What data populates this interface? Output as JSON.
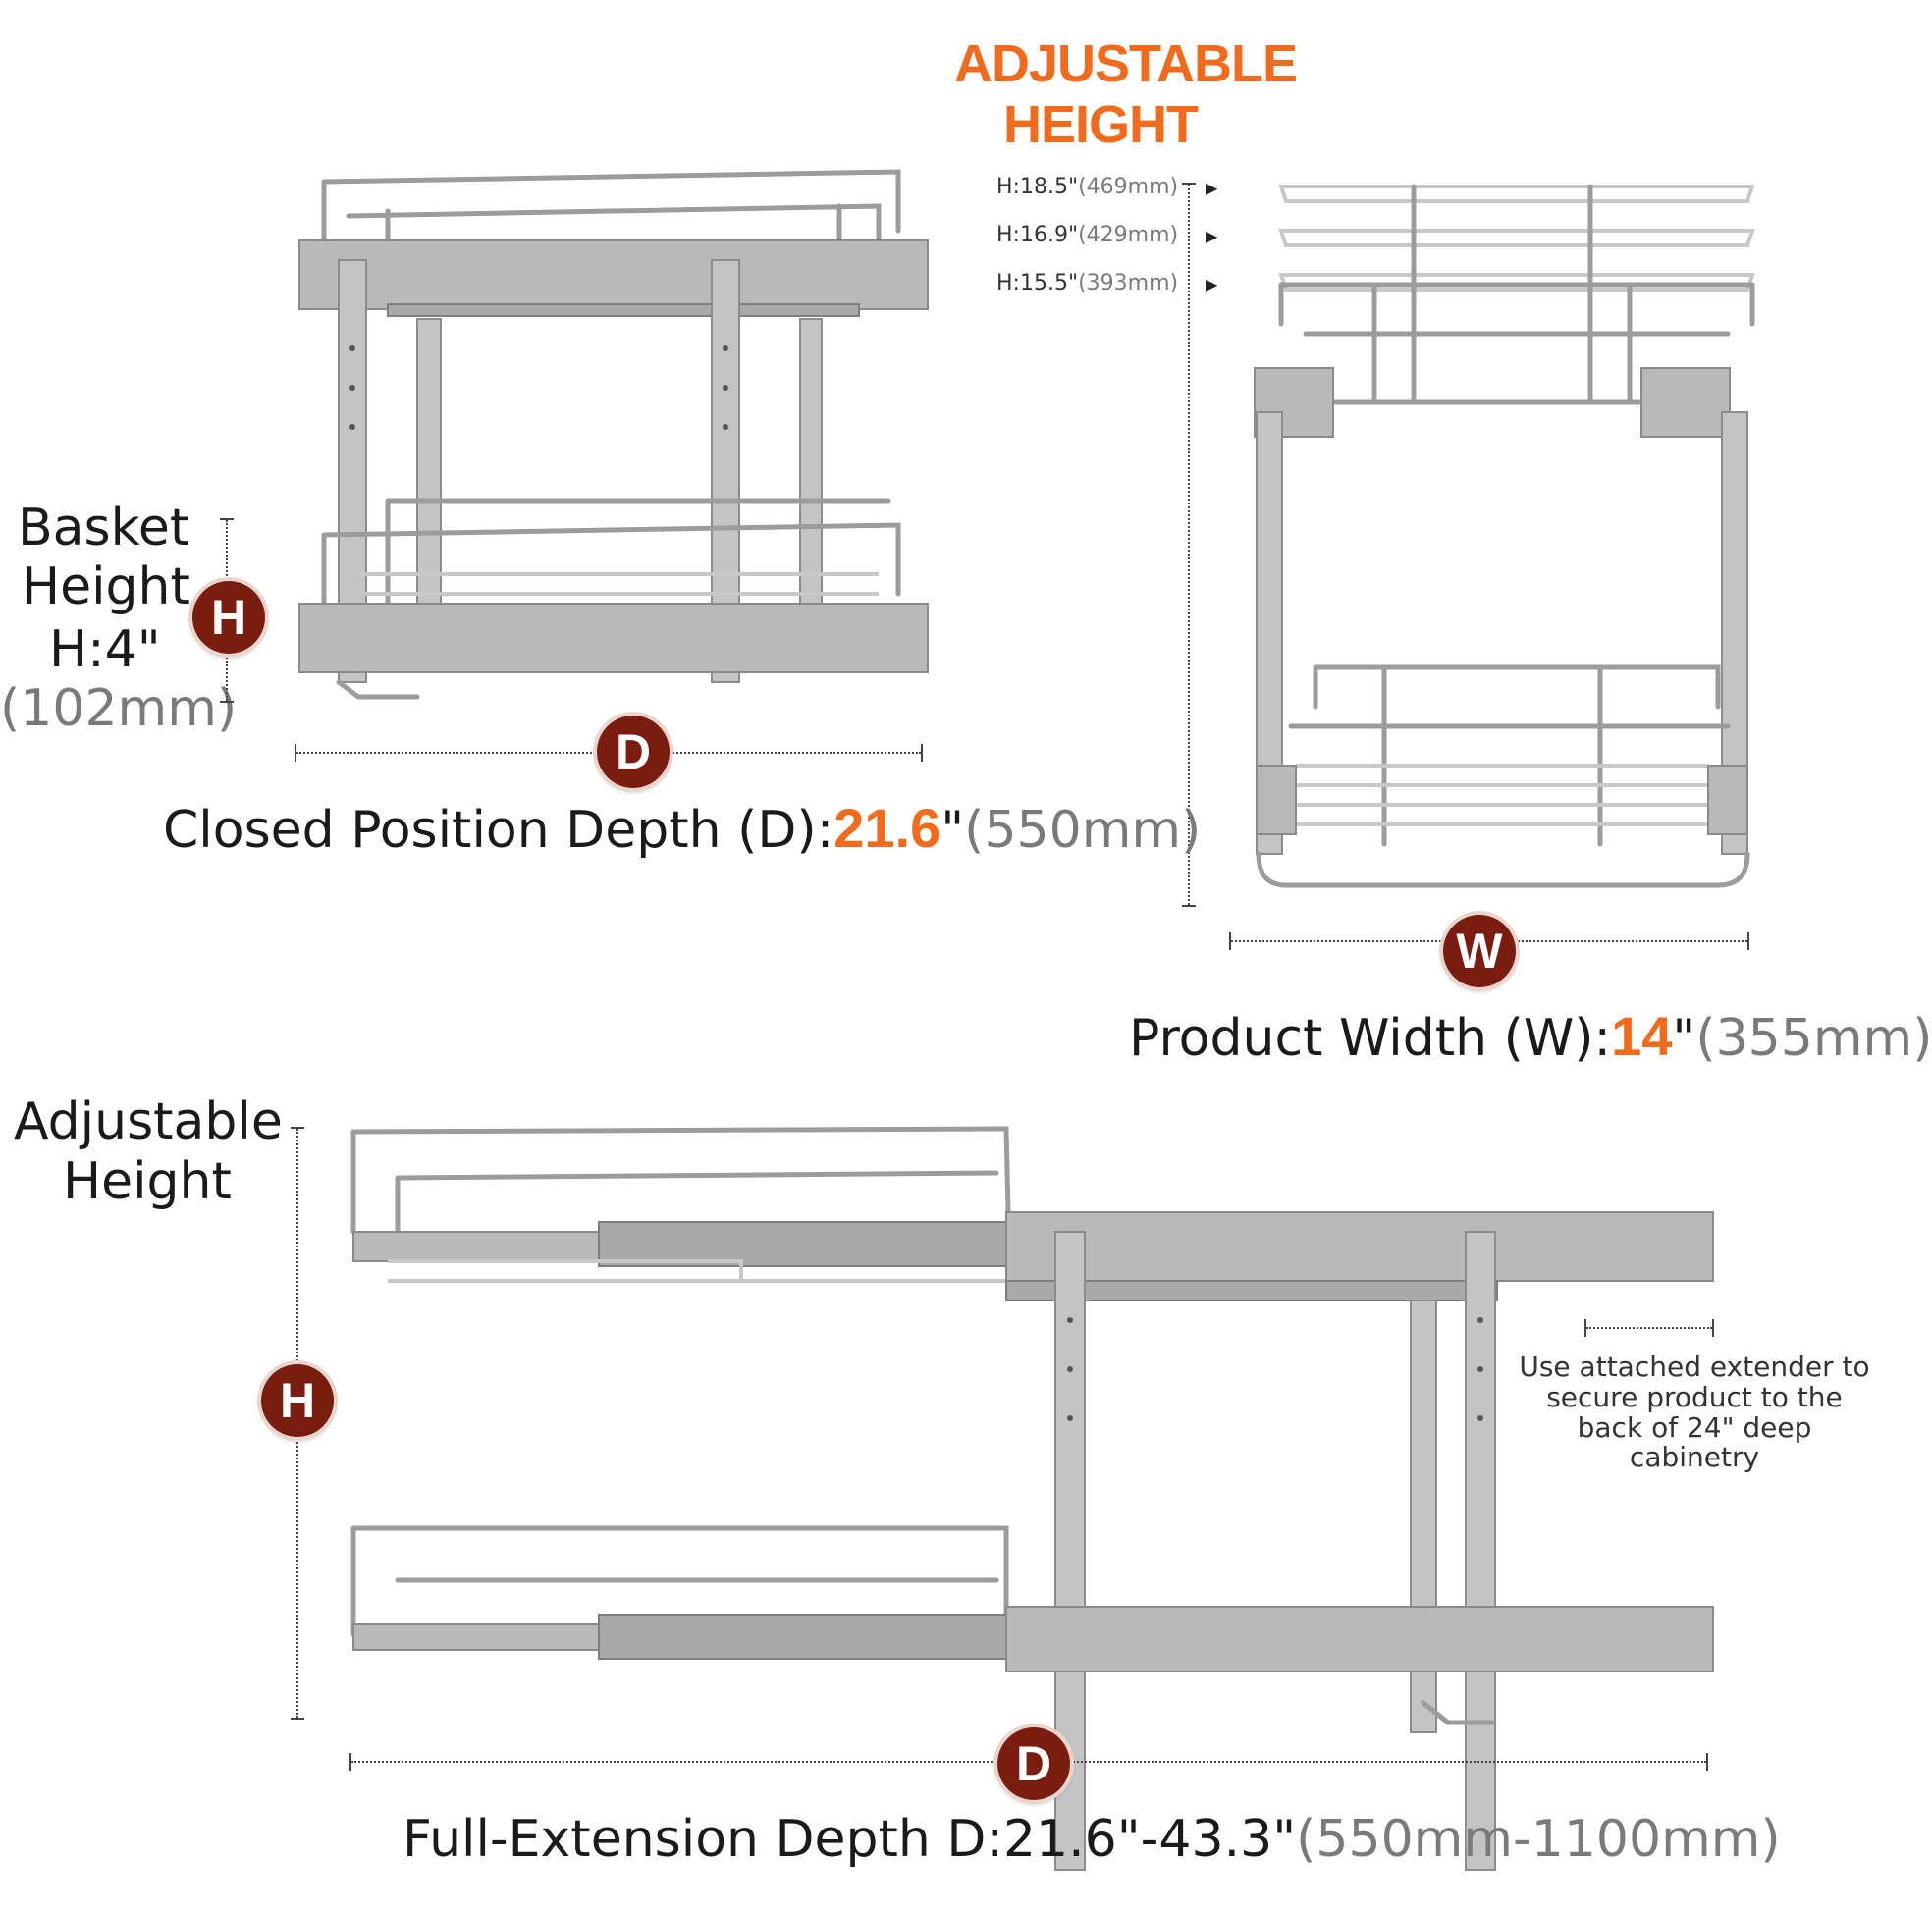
{
  "colors": {
    "accent": "#f26b1d",
    "badge": "#7a1d10",
    "metal": "#b9b9b9"
  },
  "header": {
    "line1": "ADJUSTABLE",
    "line2": "HEIGHT"
  },
  "height_options": [
    {
      "label": "H:18.5\"",
      "mm": "(469mm)"
    },
    {
      "label": "H:16.9\"",
      "mm": "(429mm)"
    },
    {
      "label": "H:15.5\"",
      "mm": "(393mm)"
    }
  ],
  "basket_height": {
    "line1": "Basket",
    "line2": "Height",
    "line3": "H:4\"",
    "line4": "(102mm)",
    "badge": "H"
  },
  "closed_depth": {
    "prefix": "Closed Position Depth (D):",
    "value": "21.6",
    "unit": "\"",
    "mm": "(550mm)",
    "badge": "D"
  },
  "product_width": {
    "prefix": "Product Width (W):",
    "value": "14",
    "unit": "\"",
    "mm": "(355mm)",
    "badge": "W"
  },
  "adjustable": {
    "line1": "Adjustable",
    "line2": "Height",
    "badge": "H"
  },
  "extender_note": "Use attached extender to secure product to the back of 24\" deep cabinetry",
  "full_depth": {
    "prefix": "Full-Extension Depth D:21.6\"-43.3\"",
    "mm": "(550mm-1100mm)",
    "badge": "D"
  }
}
